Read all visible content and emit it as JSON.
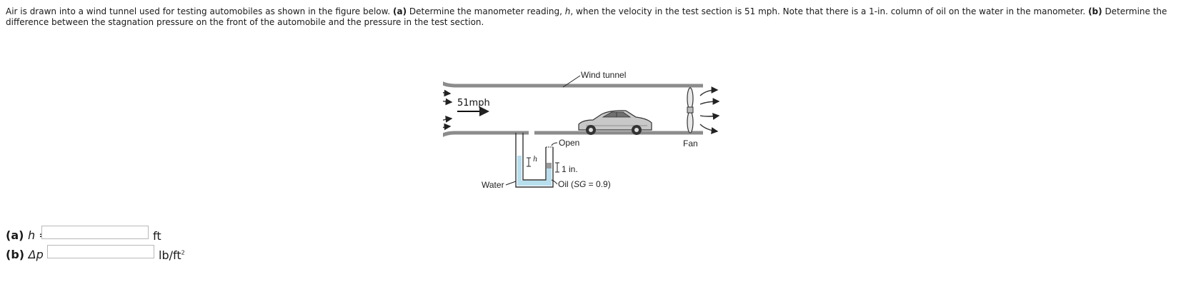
{
  "problem": {
    "p1": "Air is drawn into a wind tunnel used for testing automobiles as shown in the figure below. ",
    "a_tag": "(a)",
    "p2": " Determine the manometer reading, ",
    "var_h": "h",
    "p3": ", when the velocity in the test section is 51 mph. Note that there is a 1-in. column of oil on the water in the manometer. ",
    "b_tag": "(b)",
    "p4": " Determine the difference between the stagnation pressure on the front of the automobile and the pressure in the test section."
  },
  "figure": {
    "wind_tunnel": "Wind tunnel",
    "speed": "51mph",
    "open": "Open",
    "fan": "Fan",
    "h": "h",
    "oil_height": "1 in.",
    "oil": "Oil (",
    "sg": "SG",
    "oil_rest": " = 0.9)",
    "water": "Water"
  },
  "answers": {
    "a_label_tag": "(a)",
    "a_var": "h",
    "a_eq": " =",
    "a_value": "",
    "a_unit": "ft",
    "b_label_tag": "(b)",
    "b_var": "Δp",
    "b_eq": " =",
    "b_value": "",
    "b_unit": "lb/ft",
    "b_unit_exp": "2"
  },
  "colors": {
    "water": "#b7dfee",
    "oil": "#9a9a9a",
    "tunnel": "#8c8c8c"
  }
}
